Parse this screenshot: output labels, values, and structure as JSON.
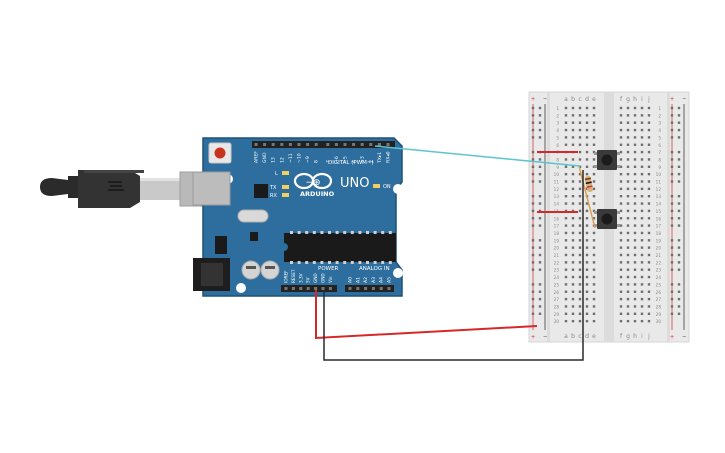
{
  "board": {
    "brand": "ARDUINO",
    "model": "UNO",
    "logo_symbol": "−⊕",
    "digital_label": "DIGITAL (PWM~)",
    "power_label": "POWER",
    "analog_label": "ANALOG IN",
    "on_label": "ON",
    "tx_label": "TX",
    "rx_label": "RX",
    "l_label": "L",
    "digital_pins": [
      "AREF",
      "GND",
      "13",
      "12",
      "~11",
      "~10",
      "~9",
      "8",
      "7",
      "~6",
      "~5",
      "4",
      "~3",
      "2",
      "TX▸1",
      "RX◂0"
    ],
    "power_pins": [
      "IOREF",
      "RESET",
      "3.3V",
      "5V",
      "GND",
      "GND",
      "Vin"
    ],
    "analog_pins": [
      "A0",
      "A1",
      "A2",
      "A3",
      "A4",
      "A5"
    ]
  },
  "breadboard": {
    "left_columns": [
      "a",
      "b",
      "c",
      "d",
      "e"
    ],
    "right_columns": [
      "f",
      "g",
      "h",
      "i",
      "j"
    ],
    "rows": [
      "1",
      "2",
      "3",
      "4",
      "5",
      "6",
      "7",
      "8",
      "9",
      "10",
      "11",
      "12",
      "13",
      "14",
      "15",
      "16",
      "17",
      "18",
      "19",
      "20",
      "21",
      "22",
      "23",
      "24",
      "25",
      "26",
      "27",
      "28",
      "29",
      "30"
    ],
    "rail_plus": "+",
    "rail_minus": "−"
  },
  "colors": {
    "board": "#2d6e9e",
    "board_edge": "#1f5277",
    "breadboard": "#e9e9e9",
    "wire_red": "#d62828",
    "wire_black": "#2a2a2a",
    "wire_cyan": "#5cc3cf",
    "resistor": "#d8a055",
    "usb_cable": "#2b2b2b"
  }
}
